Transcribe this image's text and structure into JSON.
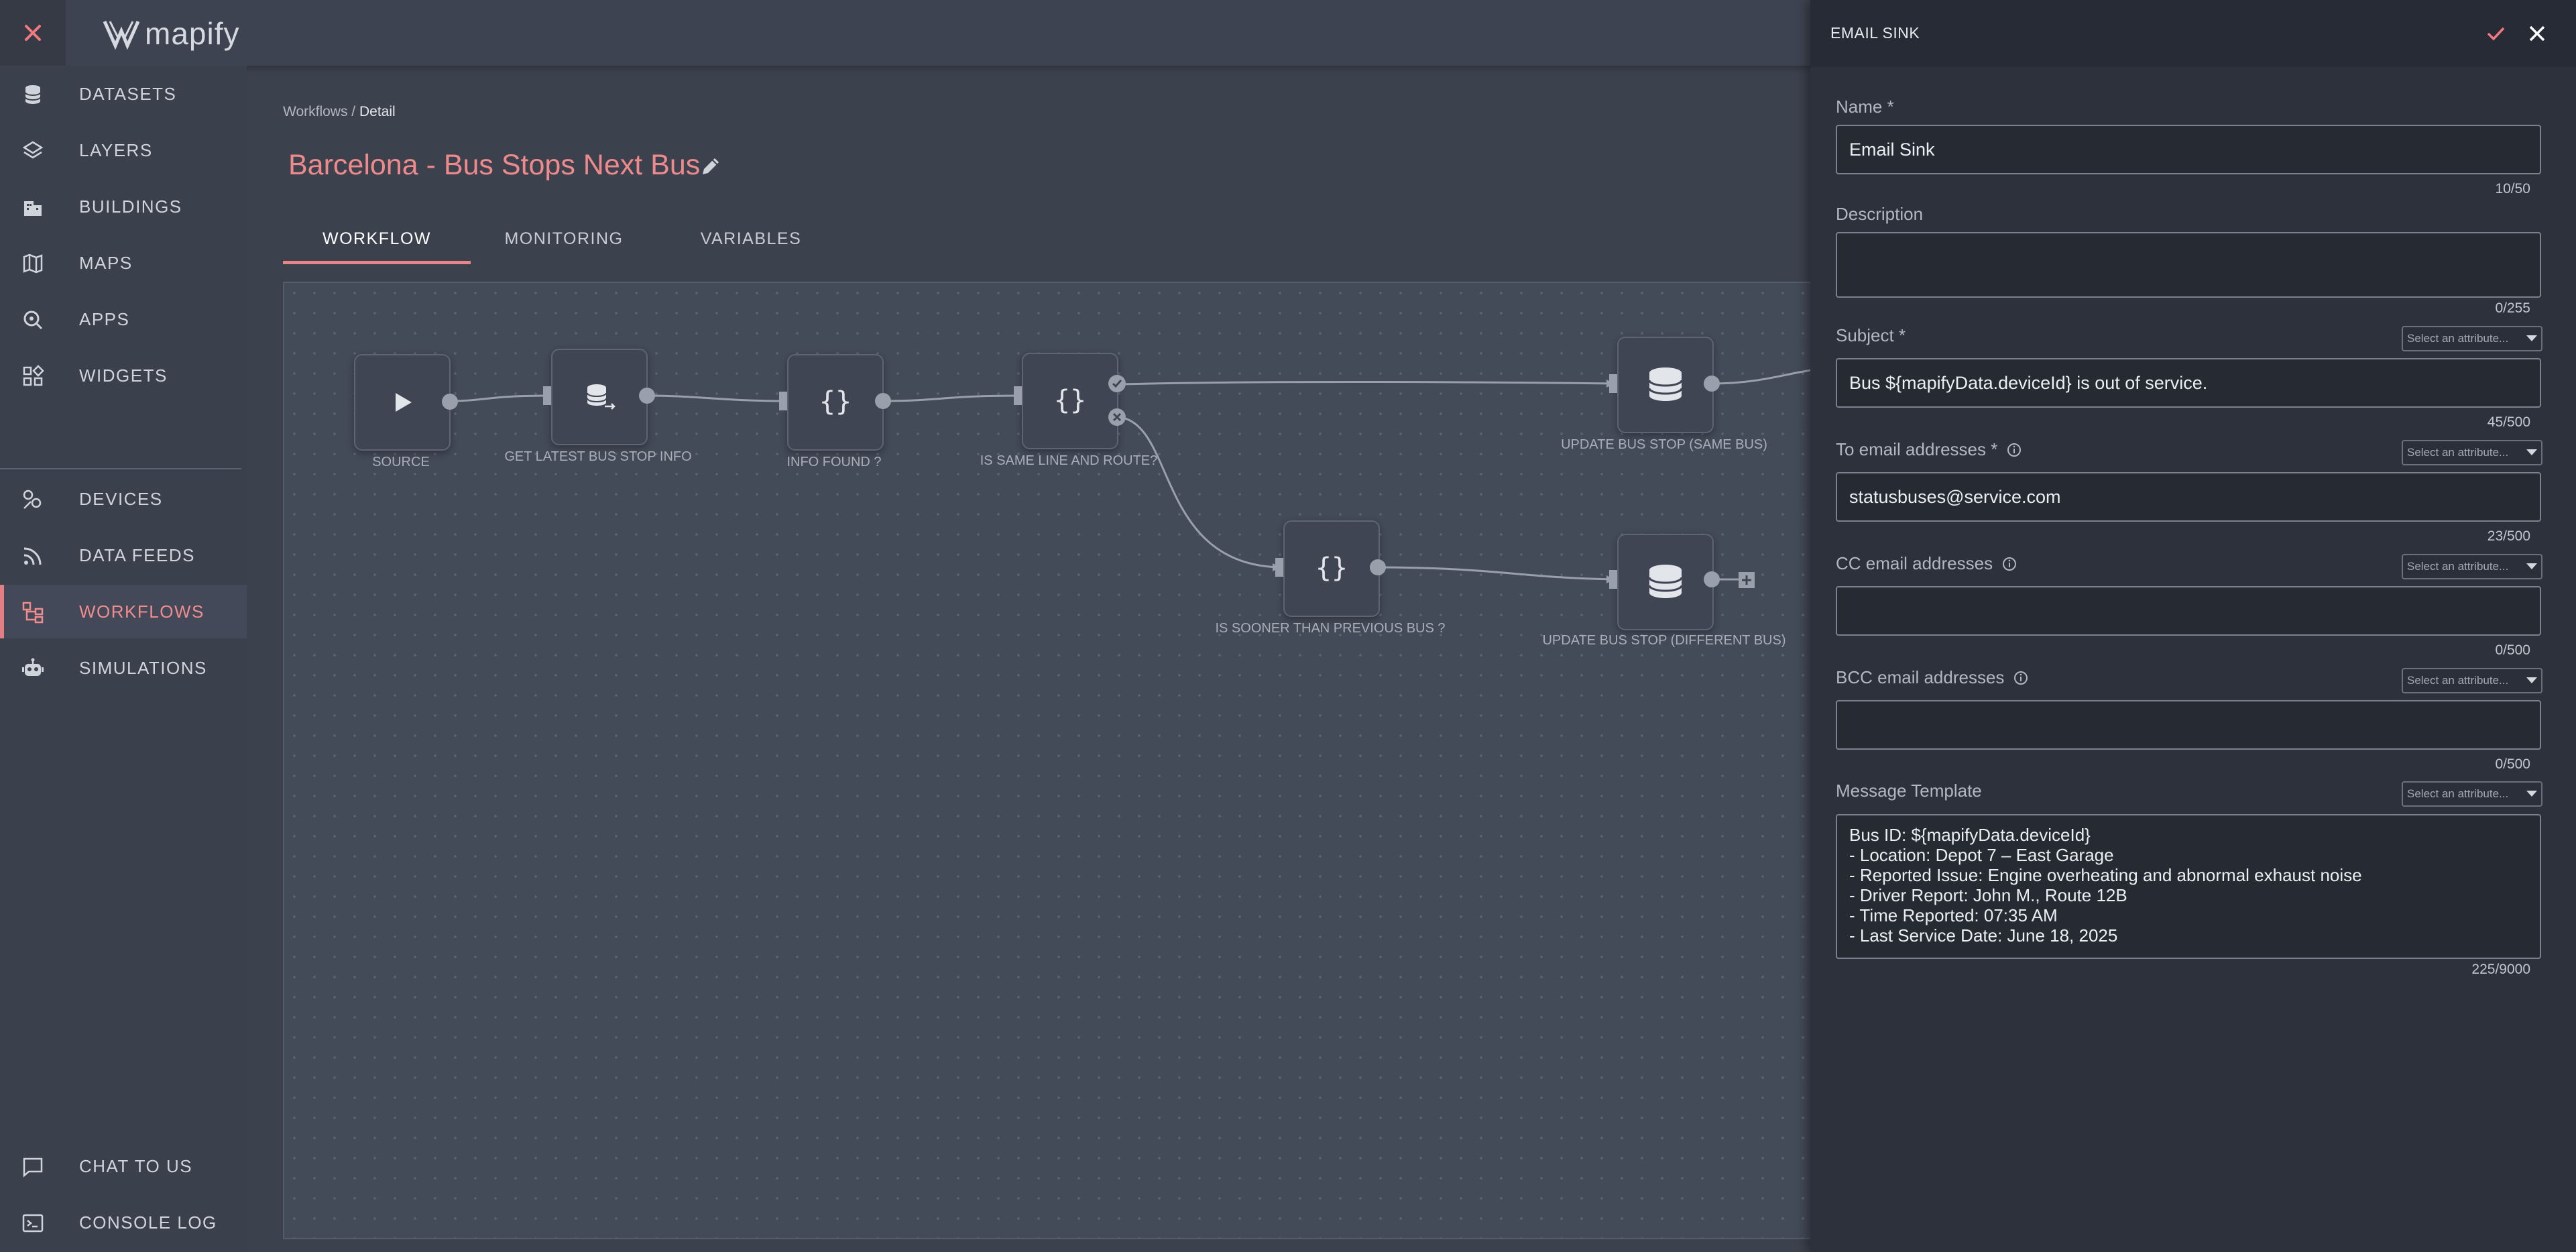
{
  "app": {
    "logo_text": "mapify"
  },
  "sidebar": {
    "items": [
      {
        "label": "DATASETS",
        "icon": "database-icon"
      },
      {
        "label": "LAYERS",
        "icon": "layers-icon"
      },
      {
        "label": "BUILDINGS",
        "icon": "buildings-icon"
      },
      {
        "label": "MAPS",
        "icon": "map-icon"
      },
      {
        "label": "APPS",
        "icon": "apps-icon"
      },
      {
        "label": "WIDGETS",
        "icon": "widgets-icon"
      },
      {
        "label": "DEVICES",
        "icon": "devices-icon"
      },
      {
        "label": "DATA FEEDS",
        "icon": "rss-icon"
      },
      {
        "label": "WORKFLOWS",
        "icon": "workflow-icon",
        "active": true
      },
      {
        "label": "SIMULATIONS",
        "icon": "robot-icon"
      }
    ],
    "bottom": [
      {
        "label": "CHAT TO US",
        "icon": "chat-icon"
      },
      {
        "label": "CONSOLE LOG",
        "icon": "console-icon"
      }
    ]
  },
  "breadcrumb": {
    "parent": "Workflows",
    "separator": " / ",
    "current": "Detail"
  },
  "page": {
    "title": "Barcelona - Bus Stops Next Bus"
  },
  "tabs": [
    {
      "label": "WORKFLOW",
      "active": true
    },
    {
      "label": "MONITORING"
    },
    {
      "label": "VARIABLES"
    }
  ],
  "workflow": {
    "nodes": [
      {
        "label": "SOURCE",
        "icon": "play-icon"
      },
      {
        "label": "GET LATEST BUS STOP INFO",
        "icon": "database-export-icon"
      },
      {
        "label": "INFO FOUND ?",
        "icon": "braces-icon"
      },
      {
        "label": "IS SAME LINE AND ROUTE?",
        "icon": "braces-icon"
      },
      {
        "label": "UPDATE BUS STOP (SAME BUS)",
        "icon": "database-icon"
      },
      {
        "label": "IS SOONER THAN PREVIOUS BUS ?",
        "icon": "braces-icon"
      },
      {
        "label": "UPDATE BUS STOP (DIFFERENT BUS)",
        "icon": "database-icon"
      }
    ]
  },
  "panel": {
    "title": "EMAIL SINK",
    "attribute_placeholder": "Select an attribute...",
    "fields": {
      "name": {
        "label": "Name *",
        "value": "Email Sink",
        "count": "10/50"
      },
      "description": {
        "label": "Description",
        "value": "",
        "count": "0/255"
      },
      "subject": {
        "label": "Subject *",
        "value": "Bus ${mapifyData.deviceId} is out of service.",
        "count": "45/500"
      },
      "to": {
        "label": "To email addresses *",
        "value": "statusbuses@service.com",
        "count": "23/500"
      },
      "cc": {
        "label": "CC email addresses",
        "value": "",
        "count": "0/500"
      },
      "bcc": {
        "label": "BCC email addresses",
        "value": "",
        "count": "0/500"
      },
      "message": {
        "label": "Message Template",
        "lines": [
          "Bus ID: ${mapifyData.deviceId}",
          "- Location: Depot 7 – East Garage",
          "- Reported Issue: Engine overheating and abnormal exhaust noise",
          "- Driver Report: John M., Route 12B",
          "- Time Reported: 07:35 AM",
          "- Last Service Date: June 18, 2025"
        ],
        "count": "225/9000"
      }
    }
  },
  "colors": {
    "accent": "#ee8a8c",
    "panel_bg": "#2c313c",
    "canvas_bg": "#434a58"
  }
}
